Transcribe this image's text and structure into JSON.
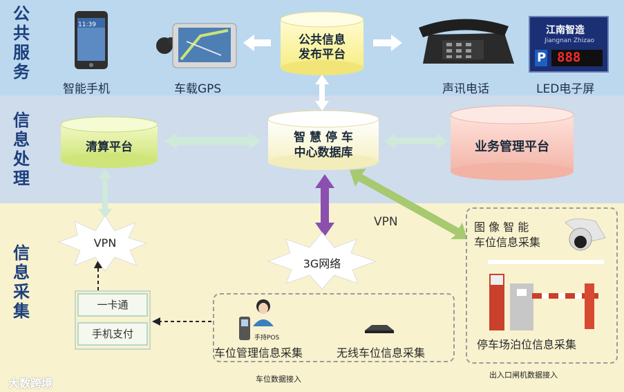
{
  "bands": {
    "public": "公共服务",
    "process": "信息处理",
    "collect": "信息采集"
  },
  "public_items": {
    "phone": "智能手机",
    "gps": "车载GPS",
    "voice": "声讯电话",
    "led": "LED电子屏",
    "platform_line1": "公共信息",
    "platform_line2": "发布平台"
  },
  "phone_screen_time": "11:39",
  "led_sign": {
    "title": "江南智造",
    "subtitle": "Jiangnan Zhizao",
    "letter": "P",
    "digits": "888"
  },
  "process_items": {
    "clearing": "清算平台",
    "db_line1": "智 慧 停 车",
    "db_line2": "中心数据库",
    "business": "业务管理平台"
  },
  "collect_items": {
    "vpn_left": "VPN",
    "vpn_diag": "VPN",
    "net3g": "3G网络",
    "card": "一卡通",
    "mobile_pay": "手机支付",
    "pos_label": "手持POS",
    "parking_mgmt": "车位管理信息采集",
    "wireless": "无线车位信息采集",
    "camera_line1": "图 像 智 能",
    "camera_line2": "车位信息采集",
    "gate": "停车场泊位信息采集",
    "caption_left": "车位数据接入",
    "caption_right": "出入口闸机数据接入"
  },
  "watermark": "大数跨境",
  "colors": {
    "public_band": "#bcd8ef",
    "process_band": "#cfdcec",
    "collect_band": "#f8f2cf",
    "yellow_cylinder": "#fdf7a8",
    "green_cylinder": "#e0f09a",
    "pink_cylinder": "#f8c9c0",
    "purple_arrow": "#8b4fae",
    "green_arrow": "#a7c96f"
  }
}
